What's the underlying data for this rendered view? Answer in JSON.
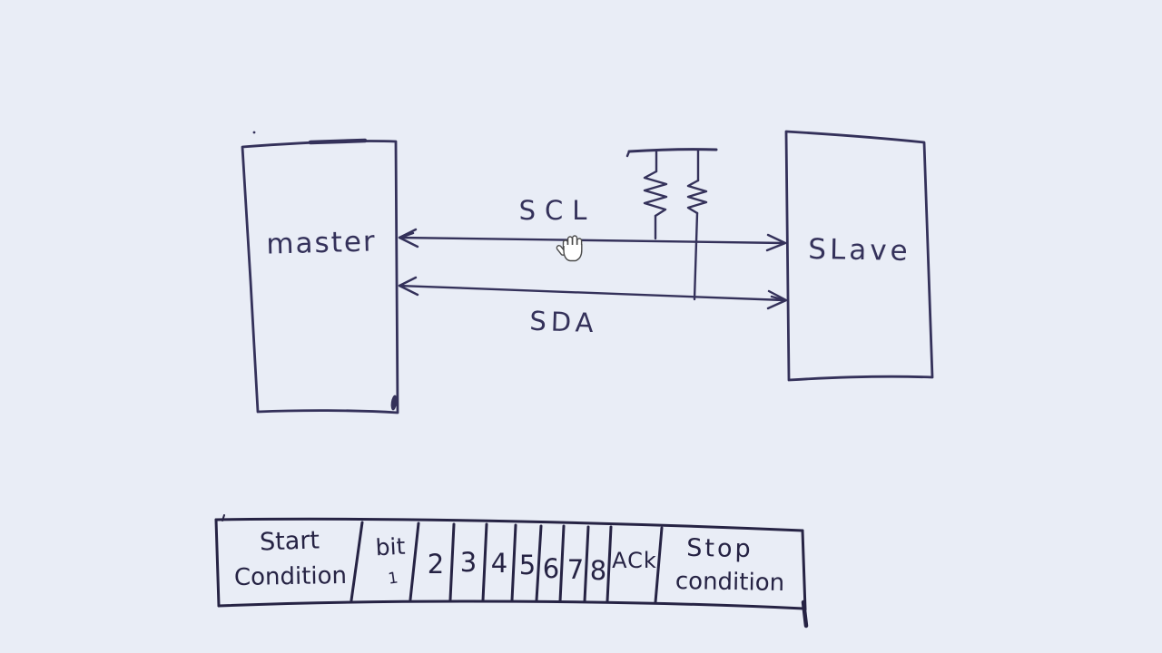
{
  "colors": {
    "background": "#e9edf6",
    "paper": "#b6aea3",
    "ink": "#34315a",
    "ink_dark": "#262344"
  },
  "diagram": {
    "master_label": "master",
    "slave_label": "SLave",
    "scl_label": "SCL",
    "sda_label": "SDA"
  },
  "frame_table": {
    "start": {
      "line1": "Start",
      "line2": "Condition"
    },
    "bit": {
      "line1": "bit",
      "line2": "1"
    },
    "digits": [
      "2",
      "3",
      "4",
      "5",
      "6",
      "7",
      "8"
    ],
    "ack": "ACk",
    "stop": {
      "line1": "Stop",
      "line2": "condition"
    }
  },
  "cursor": {
    "icon": "open-hand-cursor"
  }
}
